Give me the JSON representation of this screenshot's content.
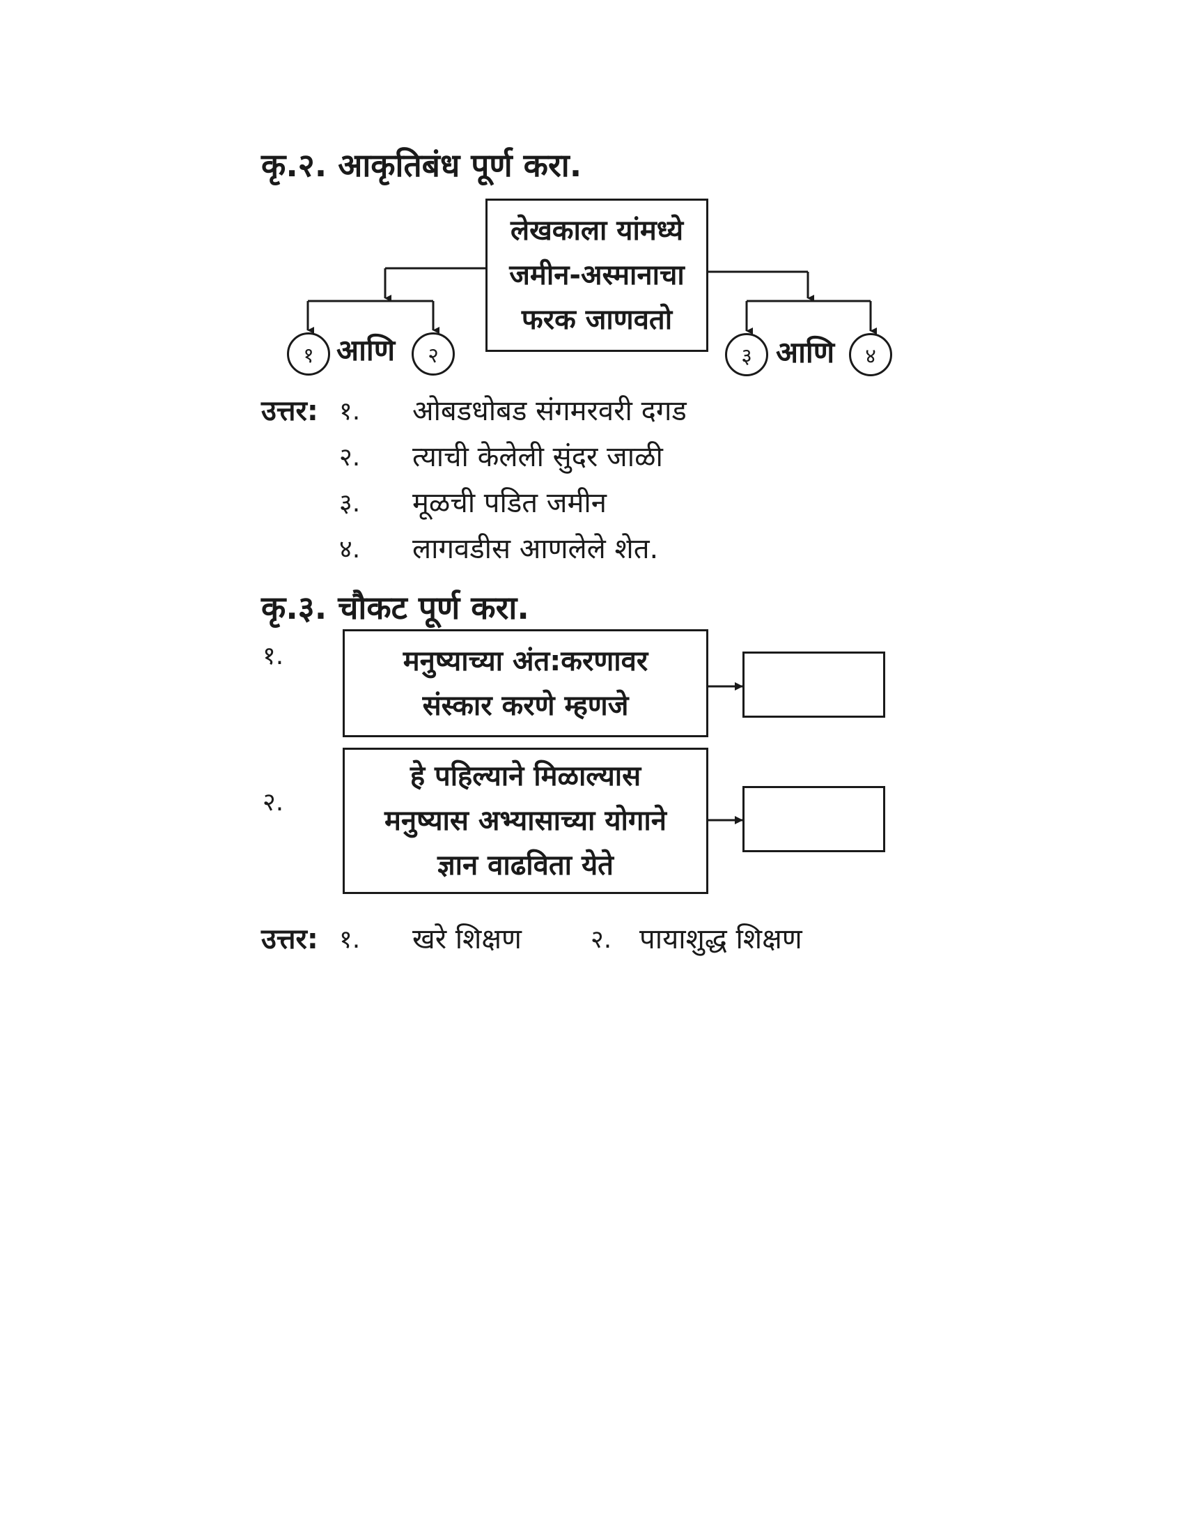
{
  "q2": {
    "heading": "कृ.२. आकृतिबंध पूर्ण करा.",
    "center_box_lines": [
      "लेखकाला यांमध्ये",
      "जमीन-अस्मानाचा",
      "फरक जाणवतो"
    ],
    "circles": [
      "१",
      "२",
      "३",
      "४"
    ],
    "connector": "आणि",
    "answer_label": "उत्तर:",
    "answers": [
      {
        "num": "१.",
        "text": "ओबडधोबड संगमरवरी दगड"
      },
      {
        "num": "२.",
        "text": "त्याची केलेली सुंदर जाळी"
      },
      {
        "num": "३.",
        "text": "मूळची पडित जमीन"
      },
      {
        "num": "४.",
        "text": "लागवडीस आणलेले शेत."
      }
    ]
  },
  "q3": {
    "heading": "कृ.३. चौकट पूर्ण करा.",
    "items": [
      {
        "num": "१.",
        "lines": [
          "मनुष्याच्या अंत:करणावर",
          "संस्कार करणे म्हणजे"
        ]
      },
      {
        "num": "२.",
        "lines": [
          "हे पहिल्याने मिळाल्यास",
          "मनुष्यास अभ्यासाच्या योगाने",
          "ज्ञान वाढविता येते"
        ]
      }
    ],
    "answer_label": "उत्तर:",
    "answers": [
      {
        "num": "१.",
        "text": "खरे शिक्षण"
      },
      {
        "num": "२.",
        "text": "पायाशुद्ध शिक्षण"
      }
    ]
  }
}
